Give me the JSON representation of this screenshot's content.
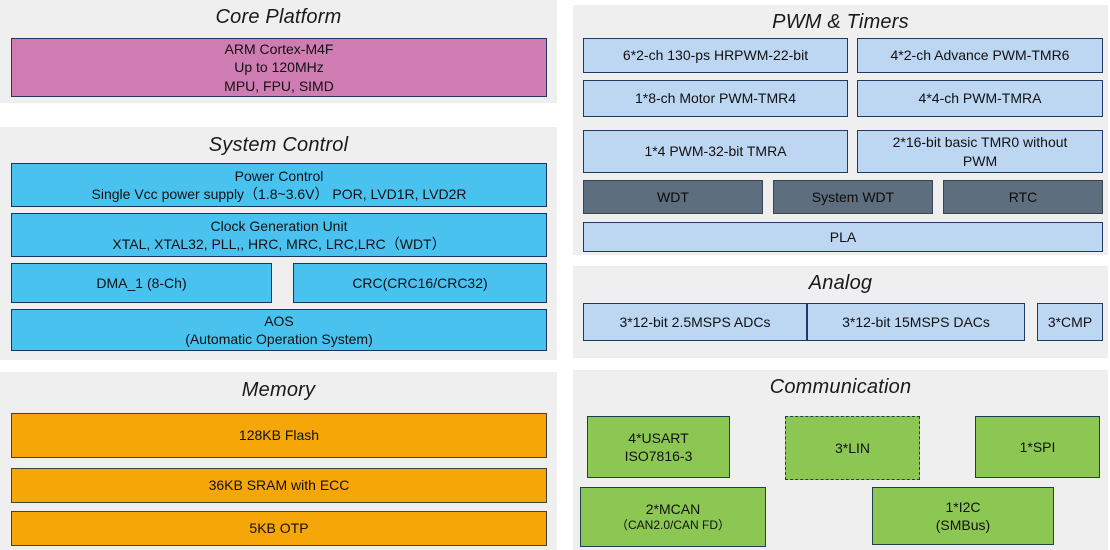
{
  "diagram_title": "MCU block diagram",
  "colors": {
    "panel_bg": "#EFEFEF",
    "core_fill": "#CF7CB2",
    "core_border": "#1F3864",
    "cyan_fill": "#4AC2F0",
    "cyan_border": "#17375E",
    "lightblue_fill": "#BDD7F3",
    "lightblue_border": "#1F3864",
    "slate_fill": "#5D6E7E",
    "slate_border": "#37434D",
    "orange_fill": "#F7A608",
    "orange_border": "#404040",
    "green_fill": "#8CC653",
    "green_border": "#1C4050"
  },
  "sections": {
    "core": {
      "title": "Core Platform",
      "cpu": [
        "ARM Cortex-M4F",
        "Up to 120MHz",
        "MPU, FPU, SIMD"
      ]
    },
    "system": {
      "title": "System Control",
      "power": [
        "Power Control",
        "Single Vcc power supply（1.8~3.6V） POR, LVD1R, LVD2R"
      ],
      "clock": [
        "Clock Generation Unit",
        "XTAL, XTAL32, PLL,, HRC, MRC, LRC,LRC（WDT）"
      ],
      "dma": "DMA_1 (8-Ch)",
      "crc": "CRC(CRC16/CRC32)",
      "aos": [
        "AOS",
        "(Automatic Operation System)"
      ]
    },
    "memory": {
      "title": "Memory",
      "flash": "128KB Flash",
      "sram": "36KB SRAM with ECC",
      "otp": "5KB OTP"
    },
    "pwm": {
      "title": "PWM & Timers",
      "hrpwm": "6*2-ch 130-ps HRPWM-22-bit",
      "tmr6": "4*2-ch Advance PWM-TMR6",
      "tmr4": "1*8-ch Motor PWM-TMR4",
      "tmra4": "4*4-ch PWM-TMRA",
      "tmra1": "1*4 PWM-32-bit TMRA",
      "tmr0": "2*16-bit basic TMR0 without PWM",
      "wdt": "WDT",
      "syswdt": "System WDT",
      "rtc": "RTC",
      "pla": "PLA"
    },
    "analog": {
      "title": "Analog",
      "adc": "3*12-bit  2.5MSPS ADCs",
      "dac": "3*12-bit  15MSPS DACs",
      "cmp": "3*CMP"
    },
    "comm": {
      "title": "Communication",
      "usart": [
        "4*USART",
        "ISO7816-3"
      ],
      "lin": "3*LIN",
      "spi": "1*SPI",
      "mcan": [
        "2*MCAN",
        "（CAN2.0/CAN FD）"
      ],
      "i2c": [
        "1*I2C",
        "(SMBus)"
      ]
    }
  }
}
